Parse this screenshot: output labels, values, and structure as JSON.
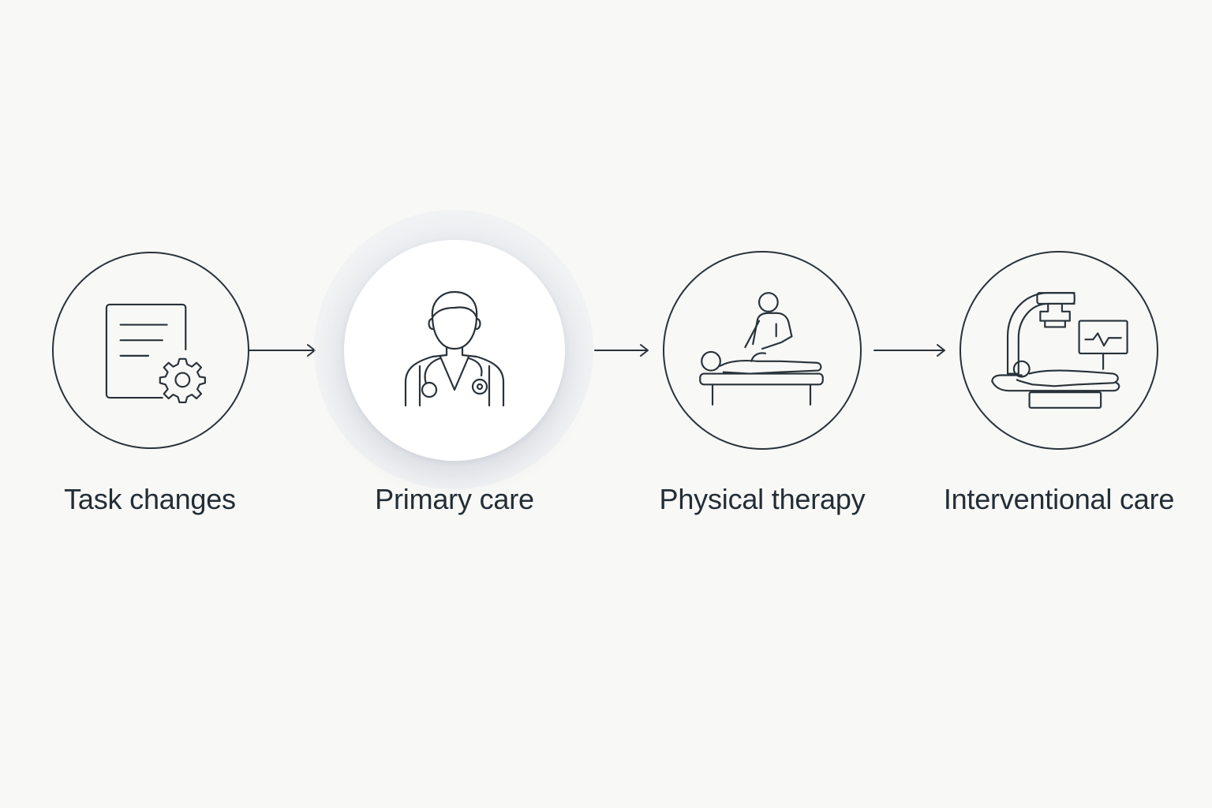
{
  "steps": [
    {
      "label": "Task changes",
      "icon": "document-gear-icon"
    },
    {
      "label": "Primary care",
      "icon": "doctor-stethoscope-icon",
      "highlighted": true
    },
    {
      "label": "Physical therapy",
      "icon": "therapist-treatment-table-icon"
    },
    {
      "label": "Interventional care",
      "icon": "c-arm-imaging-monitor-icon"
    }
  ],
  "colors": {
    "background": "#f8f8f6",
    "stroke": "#29323a",
    "text": "#232d36",
    "highlight_fill": "#ffffff"
  }
}
